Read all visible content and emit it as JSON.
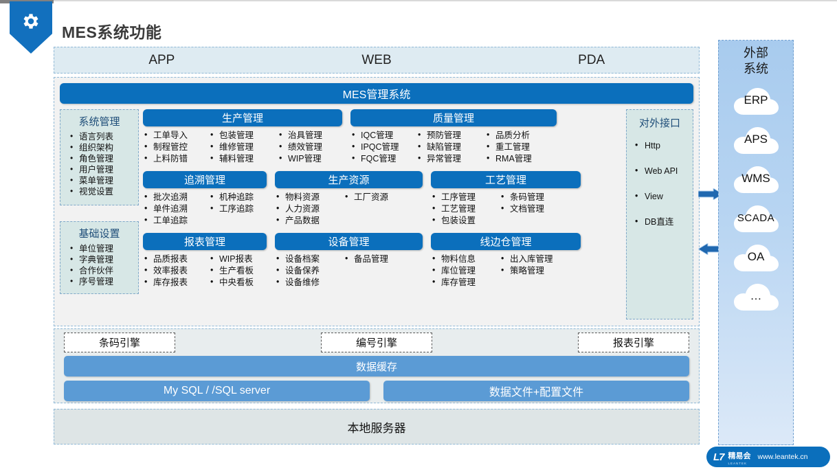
{
  "header": {
    "title": "MES系统功能",
    "icon": "gear-icon"
  },
  "clients": [
    "APP",
    "WEB",
    "PDA"
  ],
  "mes_banner": "MES管理系统",
  "side_panels": [
    {
      "title": "系统管理",
      "items": [
        "语言列表",
        "组织架构",
        "角色管理",
        "用户管理",
        "菜单管理",
        "视觉设置"
      ]
    },
    {
      "title": "基础设置",
      "items": [
        "单位管理",
        "字典管理",
        "合作伙伴",
        "序号管理"
      ]
    }
  ],
  "groups": [
    {
      "title": "生产管理",
      "columns": [
        [
          "工单导入",
          "制程管控",
          "上料防错"
        ],
        [
          "包装管理",
          "维修管理",
          "辅料管理"
        ],
        [
          "治具管理",
          "绩效管理",
          "WIP管理"
        ]
      ]
    },
    {
      "title": "质量管理",
      "columns": [
        [
          "IQC管理",
          "IPQC管理",
          "FQC管理"
        ],
        [
          "预防管理",
          "缺陷管理",
          "异常管理"
        ],
        [
          "品质分析",
          "重工管理",
          "RMA管理"
        ]
      ]
    },
    {
      "title": "追溯管理",
      "columns": [
        [
          "批次追溯",
          "单件追溯",
          "工单追踪"
        ],
        [
          "机种追踪",
          "工序追踪"
        ]
      ]
    },
    {
      "title": "生产资源",
      "columns": [
        [
          "物料资源",
          "人力资源",
          "产品数据"
        ],
        [
          "工厂资源"
        ]
      ]
    },
    {
      "title": "工艺管理",
      "columns": [
        [
          "工序管理",
          "工艺管理",
          "包装设置"
        ],
        [
          "条码管理",
          "文档管理"
        ]
      ]
    },
    {
      "title": "报表管理",
      "columns": [
        [
          "品质报表",
          "效率报表",
          "库存报表"
        ],
        [
          "WIP报表",
          "生产看板",
          "中央看板"
        ]
      ]
    },
    {
      "title": "设备管理",
      "columns": [
        [
          "设备档案",
          "设备保养",
          "设备维修"
        ],
        [
          "备品管理"
        ]
      ]
    },
    {
      "title": "线边仓管理",
      "columns": [
        [
          "物料信息",
          "库位管理",
          "库存管理"
        ],
        [
          "出入库管理",
          "策略管理"
        ]
      ]
    }
  ],
  "interface_panel": {
    "title": "对外接口",
    "items": [
      "Http",
      "Web API",
      "View",
      "DB直连"
    ]
  },
  "engines": [
    "条码引擎",
    "编号引擎",
    "报表引擎"
  ],
  "cache_bar": "数据缓存",
  "databases": [
    "My SQL / /SQL server",
    "数据文件+配置文件"
  ],
  "server_bar": "本地服务器",
  "external": {
    "title_line1": "外部",
    "title_line2": "系统",
    "systems": [
      "ERP",
      "APS",
      "WMS",
      "SCADA",
      "OA",
      "…"
    ]
  },
  "footer_logo": {
    "brand_cn": "精易会",
    "brand_sub": "LEANTEK",
    "url": "www.leantek.cn"
  },
  "colors": {
    "primary_blue": "#0B6FBC",
    "bar_blue": "#5B9BD5",
    "panel_teal": "#D7E7E6",
    "client_blue": "#DEEBF2",
    "main_gray": "#F2F2F2"
  }
}
